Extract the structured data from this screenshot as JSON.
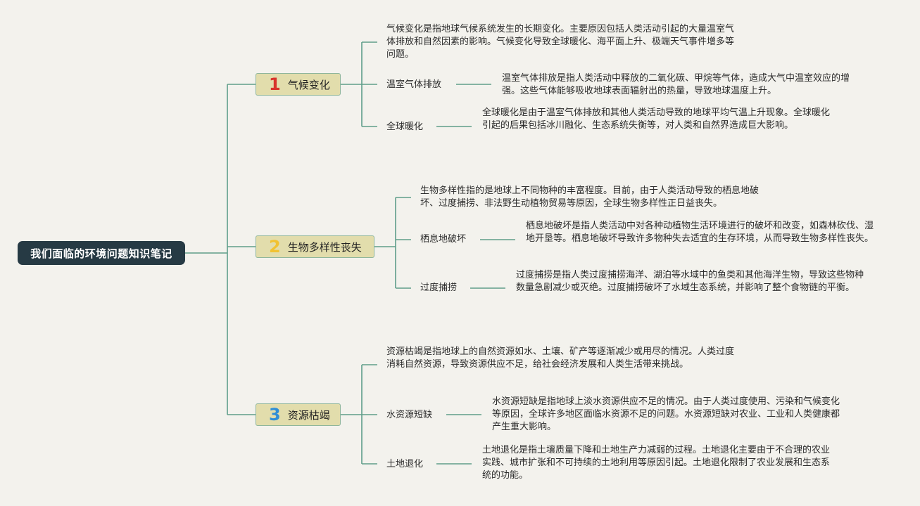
{
  "root": {
    "title": "我们面临的环境问题知识笔记"
  },
  "branches": [
    {
      "number": "1",
      "title": "气候变化",
      "description": "气候变化是指地球气候系统发生的长期变化。主要原因包括人类活动引起的大量温室气体排放和自然因素的影响。气候变化导致全球暖化、海平面上升、极端天气事件增多等问题。",
      "children": [
        {
          "label": "温室气体排放",
          "description": "温室气体排放是指人类活动中释放的二氧化碳、甲烷等气体，造成大气中温室效应的增强。这些气体能够吸收地球表面辐射出的热量，导致地球温度上升。"
        },
        {
          "label": "全球暖化",
          "description": "全球暖化是由于温室气体排放和其他人类活动导致的地球平均气温上升现象。全球暖化引起的后果包括冰川融化、生态系统失衡等，对人类和自然界造成巨大影响。"
        }
      ]
    },
    {
      "number": "2",
      "title": "生物多样性丧失",
      "description": "生物多样性指的是地球上不同物种的丰富程度。目前，由于人类活动导致的栖息地破坏、过度捕捞、非法野生动植物贸易等原因，全球生物多样性正日益丧失。",
      "children": [
        {
          "label": "栖息地破坏",
          "description": "栖息地破坏是指人类活动中对各种动植物生活环境进行的破坏和改变，如森林砍伐、湿地开垦等。栖息地破坏导致许多物种失去适宜的生存环境，从而导致生物多样性丧失。"
        },
        {
          "label": "过度捕捞",
          "description": "过度捕捞是指人类过度捕捞海洋、湖泊等水域中的鱼类和其他海洋生物，导致这些物种数量急剧减少或灭绝。过度捕捞破坏了水域生态系统，并影响了整个食物链的平衡。"
        }
      ]
    },
    {
      "number": "3",
      "title": "资源枯竭",
      "description": "资源枯竭是指地球上的自然资源如水、土壤、矿产等逐渐减少或用尽的情况。人类过度消耗自然资源，导致资源供应不足，给社会经济发展和人类生活带来挑战。",
      "children": [
        {
          "label": "水资源短缺",
          "description": "水资源短缺是指地球上淡水资源供应不足的情况。由于人类过度使用、污染和气候变化等原因，全球许多地区面临水资源不足的问题。水资源短缺对农业、工业和人类健康都产生重大影响。"
        },
        {
          "label": "土地退化",
          "description": "土地退化是指土壤质量下降和土地生产力减弱的过程。土地退化主要由于不合理的农业实践、城市扩张和不可持续的土地利用等原因引起。土地退化限制了农业发展和生态系统的功能。"
        }
      ]
    }
  ],
  "colors": {
    "background": "#f3f2ed",
    "root_fill": "#263a44",
    "branch_fill": "#e2ddac",
    "connector": "#5f9e8a"
  }
}
